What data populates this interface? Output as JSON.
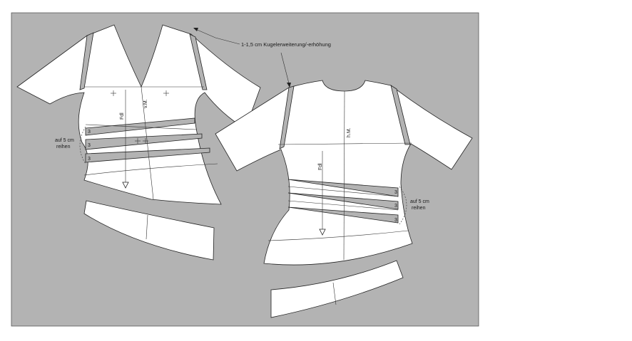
{
  "colors": {
    "background": "#ffffff",
    "board": "#b3b3b3",
    "piece_fill": "#ffffff",
    "line": "#222222"
  },
  "annotations": {
    "sleeve_cap_note": "1-1,5 cm Kugelerweiterung/-erhöhung",
    "front_gather_note": [
      "auf 5 cm",
      "reihen"
    ],
    "back_gather_note": [
      "auf 5 cm",
      "reihen"
    ],
    "front_center_label": "v.M.",
    "back_center_label": "h.M.",
    "grain_label": "Fdl",
    "tuck_depth": "3"
  },
  "icons": {
    "grain_arrow": "triangle-down-icon",
    "crosshair": "plus-mark-icon"
  }
}
